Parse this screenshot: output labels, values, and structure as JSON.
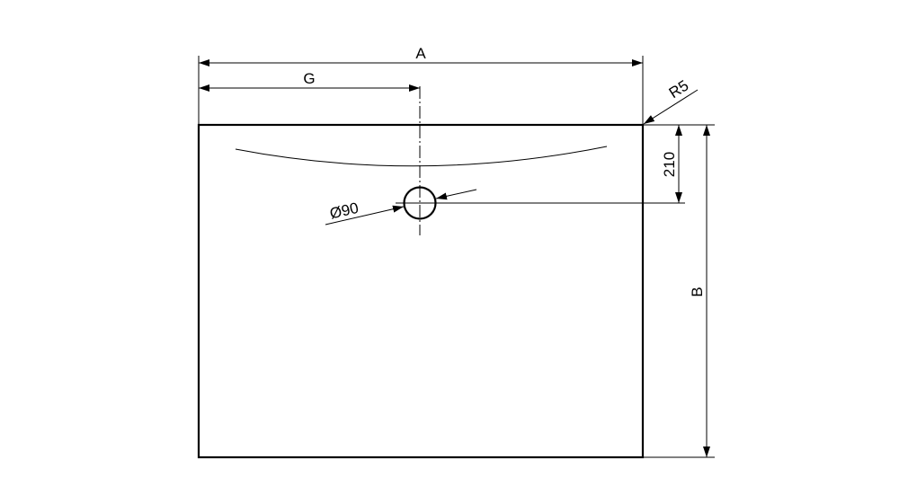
{
  "drawing": {
    "labels": {
      "width": "A",
      "drain_offset_x": "G",
      "corner_radius": "R5",
      "drain_offset_y": "210",
      "drain_diameter": "Ø90",
      "depth": "B"
    },
    "colors": {
      "line": "#000000",
      "background": "#ffffff"
    }
  }
}
